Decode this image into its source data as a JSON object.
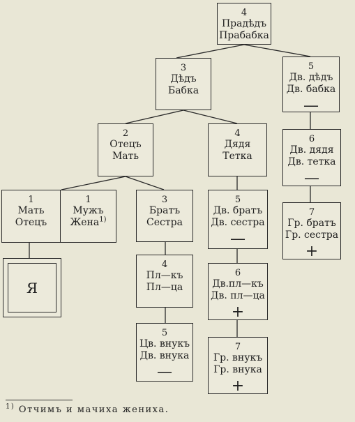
{
  "nodes": {
    "great_grandparents": {
      "degree": "4",
      "line1": "Прадѣдъ",
      "line2": "Прабабка"
    },
    "grandparents": {
      "degree": "3",
      "line1": "Дѣдъ",
      "line2": "Бабка"
    },
    "grandparents_siblings": {
      "degree": "5",
      "line1": "Дв. дѣдъ",
      "line2": "Дв. бабка",
      "mark": "—"
    },
    "parents": {
      "degree": "2",
      "line1": "Отецъ",
      "line2": "Мать"
    },
    "uncle_aunt": {
      "degree": "4",
      "line1": "Дядя",
      "line2": "Тетка"
    },
    "grand_uncle_aunt": {
      "degree": "6",
      "line1": "Дв. дядя",
      "line2": "Дв. тетка",
      "mark": "—"
    },
    "mother_father": {
      "degree": "1",
      "line1": "Мать",
      "line2": "Отецъ"
    },
    "husband_wife": {
      "degree": "1",
      "line1": "Мужъ",
      "line2": "Жена",
      "footnote_ref": "1)"
    },
    "siblings": {
      "degree": "3",
      "line1": "Братъ",
      "line2": "Сестра"
    },
    "cousins": {
      "degree": "5",
      "line1": "Дв. братъ",
      "line2": "Дв. сестра",
      "mark": "—"
    },
    "second_cousins": {
      "degree": "7",
      "line1": "Гр. братъ",
      "line2": "Гр. сестра",
      "mark": "+"
    },
    "self": {
      "label": "Я"
    },
    "nephew_niece": {
      "degree": "4",
      "line1": "Пл—къ",
      "line2": "Пл—ца"
    },
    "cousin_nephew_niece": {
      "degree": "6",
      "line1": "Дв.пл—къ",
      "line2": "Дв. пл—ца",
      "mark": "+"
    },
    "grandnephew_niece": {
      "degree": "5",
      "line1": "Цв. внукъ",
      "line2": "Дв. внука",
      "mark": "—"
    },
    "cousin_grandchildren": {
      "degree": "7",
      "line1": "Гр. внукъ",
      "line2": "Гр. внука",
      "mark": "+"
    }
  },
  "footnote": {
    "marker": "1)",
    "text": "Отчимъ и мачиха жениха."
  }
}
